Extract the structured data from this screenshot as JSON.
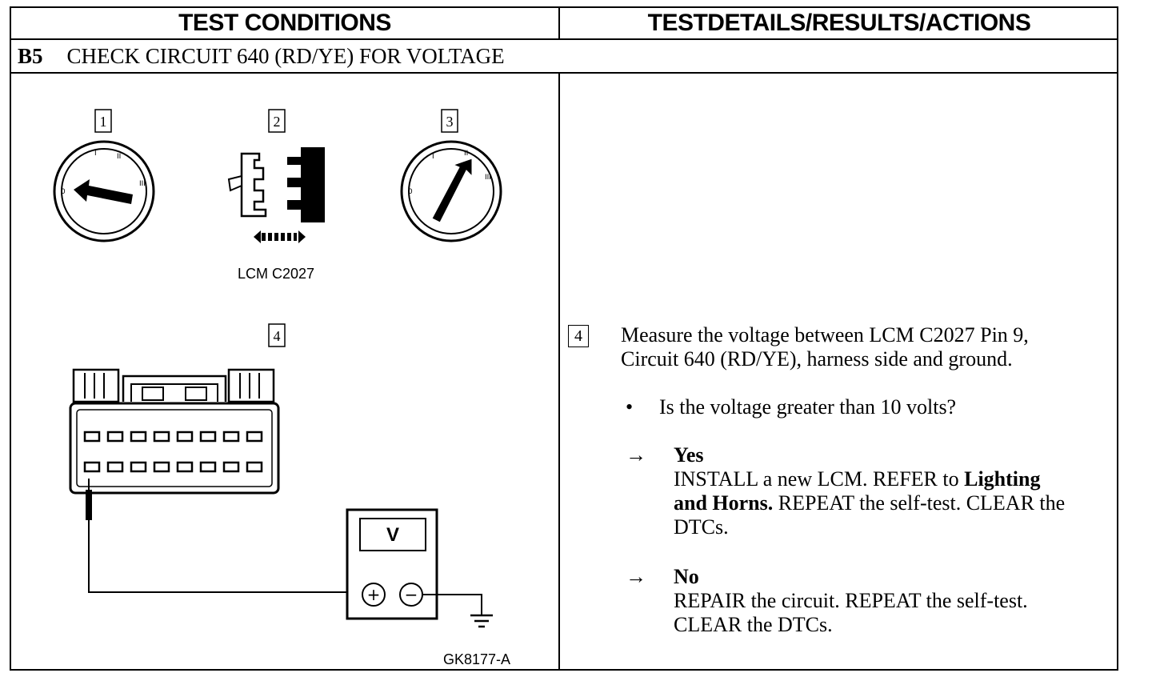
{
  "headers": {
    "left": "TEST CONDITIONS",
    "right": "TESTDETAILS/RESULTS/ACTIONS"
  },
  "step": {
    "number": "B5",
    "title": "CHECK CIRCUIT 640 (RD/YE) FOR VOLTAGE"
  },
  "diagram": {
    "callouts": [
      "1",
      "2",
      "3",
      "4"
    ],
    "connector_label": "LCM C2027",
    "figure_id": "GK8177-A",
    "meter_label": "V",
    "plus_label": "+",
    "minus_label": "−",
    "switch_positions": [
      "0",
      "I",
      "II",
      "III"
    ]
  },
  "details": {
    "step_ref": "4",
    "instruction_line1": "Measure the voltage between LCM C2027 Pin 9,",
    "instruction_line2": "Circuit 640 (RD/YE), harness side and ground.",
    "bullet": "•",
    "question": "Is the voltage greater than 10 volts?",
    "arrow": "→",
    "yes_label": "Yes",
    "yes_line1_a": "INSTALL a new LCM. REFER to ",
    "yes_line1_b": "Lighting",
    "yes_line2_a": "and Horns.",
    "yes_line2_b": " REPEAT the self-test. CLEAR the",
    "yes_line3": "DTCs.",
    "no_label": "No",
    "no_line1": "REPAIR the circuit. REPEAT the self-test.",
    "no_line2": "CLEAR the DTCs."
  }
}
